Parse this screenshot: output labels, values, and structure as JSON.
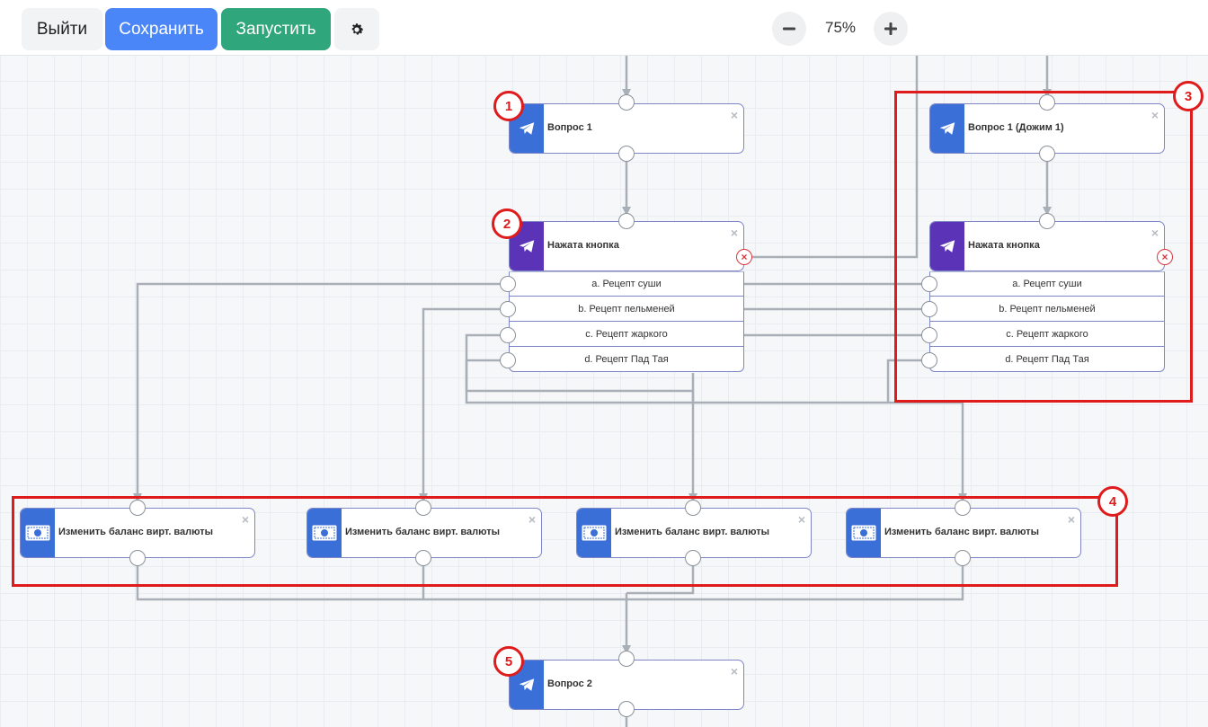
{
  "toolbar": {
    "exit_label": "Выйти",
    "save_label": "Сохранить",
    "run_label": "Запустить",
    "settings_icon": "gear-icon",
    "zoom_out_icon": "minus-icon",
    "zoom_in_icon": "plus-icon",
    "zoom_level": "75%"
  },
  "colors": {
    "save": "#4a86f7",
    "run": "#2fa67b",
    "node_blue": "#3b6fd8",
    "node_purple": "#5b33b6",
    "annotation_red": "#e01b1b",
    "connector": "#a9afb6"
  },
  "nodes": {
    "q1": {
      "title": "Вопрос 1",
      "icon": "telegram-icon"
    },
    "btn_left": {
      "title": "Нажата кнопка",
      "icon": "telegram-icon",
      "options": [
        "a. Рецепт суши",
        "b. Рецепт пельменей",
        "c. Рецепт жаркого",
        "d. Рецепт Пад Тая"
      ]
    },
    "q1_push": {
      "title": "Вопрос 1 (Дожим 1)",
      "icon": "telegram-icon"
    },
    "btn_right": {
      "title": "Нажата кнопка",
      "icon": "telegram-icon",
      "options": [
        "a. Рецепт суши",
        "b. Рецепт пельменей",
        "c. Рецепт жаркого",
        "d. Рецепт Пад Тая"
      ]
    },
    "balance": [
      {
        "title": "Изменить баланс вирт. валюты",
        "icon": "banknote-icon"
      },
      {
        "title": "Изменить баланс вирт. валюты",
        "icon": "banknote-icon"
      },
      {
        "title": "Изменить баланс вирт. валюты",
        "icon": "banknote-icon"
      },
      {
        "title": "Изменить баланс вирт. валюты",
        "icon": "banknote-icon"
      }
    ],
    "q2": {
      "title": "Вопрос 2",
      "icon": "telegram-icon"
    }
  },
  "close_glyph": "×",
  "error_glyph": "×",
  "annotations": [
    "1",
    "2",
    "3",
    "4",
    "5"
  ]
}
